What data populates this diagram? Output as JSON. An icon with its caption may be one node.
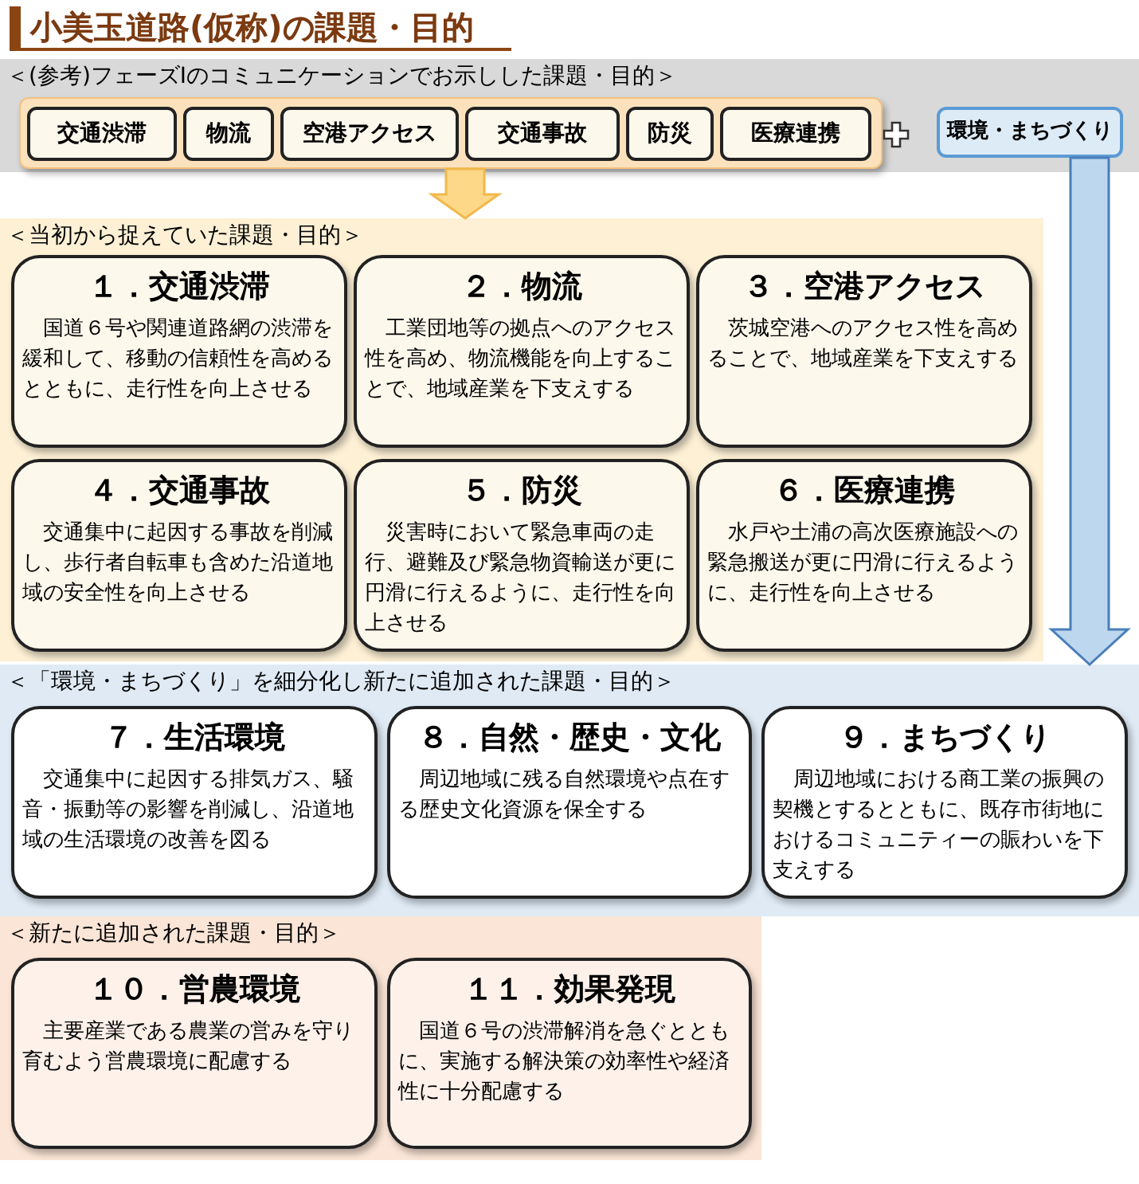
{
  "diagram": {
    "title": "小美玉道路(仮称)の課題・目的",
    "nodes": [
      {
        "text": [
          "＜(参考)フェーズⅠのコミュニケーションでお示しした課題・目的＞"
        ]
      },
      {
        "text": [],
        "shape": "box",
        "in": 0
      },
      {
        "text": [
          "交通渋滞"
        ],
        "in": 1
      },
      {
        "text": [
          "物流"
        ],
        "in": 1
      },
      {
        "text": [
          "空港アクセス"
        ],
        "in": 1
      },
      {
        "text": [
          "交通事故"
        ],
        "in": 1
      },
      {
        "text": [
          "防災"
        ],
        "in": 1
      },
      {
        "text": [
          "医療連携"
        ],
        "in": 1
      },
      {
        "text": [
          "環境・まちづくり"
        ],
        "in": 0
      },
      {
        "text": [
          "＜当初から捉えていた課題・目的＞"
        ]
      },
      {
        "text": [
          "１．交通渋滞",
          "国道６号や関連道路網の渋滞を緩和して、移動の信頼性を高めるとともに、走行性を向上させる"
        ],
        "in": 9
      },
      {
        "text": [
          "２．物流",
          "工業団地等の拠点へのアクセス性を高め、物流機能を向上することで、地域産業を下支えする"
        ],
        "in": 9
      },
      {
        "text": [
          "３．空港アクセス",
          "茨城空港へのアクセス性を高めることで、地域産業を下支えする"
        ],
        "in": 9
      },
      {
        "text": [
          "４．交通事故",
          "交通集中に起因する事故を削減し、歩行者自転車も含めた沿道地域の安全性を向上させる"
        ],
        "in": 9
      },
      {
        "text": [
          "５．防災",
          "災害時において緊急車両の走行、避難及び緊急物資輸送が更に円滑に行えるように、走行性を向上させる"
        ],
        "in": 9
      },
      {
        "text": [
          "６．医療連携",
          "水戸や土浦の高次医療施設への緊急搬送が更に円滑に行えるように、走行性を向上させる"
        ],
        "in": 9
      },
      {
        "text": [
          "＜「環境・まちづくり」を細分化し新たに追加された課題・目的＞"
        ]
      },
      {
        "text": [
          "７．生活環境",
          "交通集中に起因する排気ガス、騒音・振動等の影響を削減し、沿道地域の生活環境の改善を図る"
        ],
        "in": 16
      },
      {
        "text": [
          "８．自然・歴史・文化",
          "周辺地域に残る自然環境や点在する歴史文化資源を保全する"
        ],
        "in": 16
      },
      {
        "text": [
          "９．まちづくり",
          "周辺地域における商工業の振興の契機とするとともに、既存市街地におけるコミュニティーの賑わいを下支えする"
        ],
        "in": 16
      },
      {
        "text": [
          "＜新たに追加された課題・目的＞"
        ]
      },
      {
        "text": [
          "１０．営農環境",
          "主要産業である農業の営みを守り育むよう営農環境に配慮する"
        ],
        "in": 20
      },
      {
        "text": [
          "１１．効果発現",
          "国道６号の渋滞解消を急ぐとともに、実施する解決策の効率性や経済性に十分配慮する"
        ],
        "in": 20
      }
    ],
    "edges": [
      {
        "from": 1,
        "to": 9,
        "arrow": "to",
        "style": "thick",
        "color": "#fcd888"
      },
      {
        "from": 8,
        "to": 16,
        "arrow": "to",
        "style": "thick",
        "color": "#bdd7ee"
      }
    ]
  }
}
